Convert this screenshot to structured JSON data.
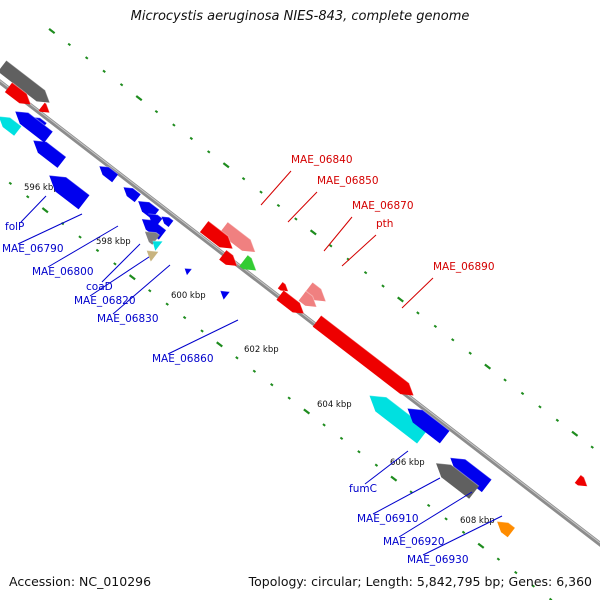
{
  "title": "Microcystis aeruginosa NIES-843, complete genome",
  "footer": {
    "accession": "Accession: NC_010296",
    "topology": "Topology: circular; Length: 5,842,795 bp; Genes: 6,360"
  },
  "colors": {
    "backbone": "#8c8c8c",
    "tick": "#1e8c1e",
    "label_forward": "#d40000",
    "label_reverse": "#0000cc",
    "leader": "#000000"
  },
  "scale_labels": [
    "596 kbp",
    "598 kbp",
    "600 kbp",
    "602 kbp",
    "604 kbp",
    "606 kbp",
    "608 kbp"
  ],
  "genes": [
    {
      "label": "folP",
      "strand": "reverse",
      "color": "#0000ee"
    },
    {
      "label": "MAE_06790",
      "strand": "reverse",
      "color": "#0000ee"
    },
    {
      "label": "MAE_06800",
      "strand": "reverse",
      "color": "#0000ee"
    },
    {
      "label": "coaD",
      "strand": "reverse",
      "color": "#808080"
    },
    {
      "label": "MAE_06820",
      "strand": "reverse",
      "color": "#00e0e0"
    },
    {
      "label": "MAE_06830",
      "strand": "reverse",
      "color": "#c8b480"
    },
    {
      "label": "MAE_06840",
      "strand": "forward",
      "color": "#f08080"
    },
    {
      "label": "MAE_06850",
      "strand": "forward",
      "color": "#33cc33"
    },
    {
      "label": "MAE_06860",
      "strand": "reverse",
      "color": "#0000ee"
    },
    {
      "label": "MAE_06870",
      "strand": "forward",
      "color": "#f08080"
    },
    {
      "label": "pth",
      "strand": "forward",
      "color": "#f08080"
    },
    {
      "label": "MAE_06890",
      "strand": "forward",
      "color": "#ee0000"
    },
    {
      "label": "fumC",
      "strand": "reverse",
      "color": "#00e0e0"
    },
    {
      "label": "MAE_06910",
      "strand": "reverse",
      "color": "#0000ee"
    },
    {
      "label": "MAE_06920",
      "strand": "reverse",
      "color": "#606060"
    },
    {
      "label": "MAE_06930",
      "strand": "reverse",
      "color": "#ff8c00"
    }
  ],
  "unlabeled_features": [
    {
      "strand": "forward",
      "color": "#606060"
    },
    {
      "strand": "forward",
      "color": "#ee0000"
    },
    {
      "strand": "forward",
      "color": "#ee0000"
    },
    {
      "strand": "reverse",
      "color": "#00e0e0"
    },
    {
      "strand": "reverse",
      "color": "#0000ee"
    },
    {
      "strand": "reverse",
      "color": "#0000ee"
    },
    {
      "strand": "reverse",
      "color": "#0000ee"
    },
    {
      "strand": "forward",
      "color": "#ee0000"
    },
    {
      "strand": "forward",
      "color": "#ee0000"
    },
    {
      "strand": "forward",
      "color": "#ee0000"
    },
    {
      "strand": "forward",
      "color": "#ee0000"
    },
    {
      "strand": "reverse",
      "color": "#0000ee"
    },
    {
      "strand": "reverse",
      "color": "#0000ee"
    },
    {
      "strand": "reverse",
      "color": "#0000ee"
    },
    {
      "strand": "reverse",
      "color": "#0000ee"
    },
    {
      "strand": "reverse",
      "color": "#0000ee"
    },
    {
      "strand": "reverse",
      "color": "#0000ee"
    },
    {
      "strand": "forward",
      "color": "#ee0000"
    }
  ]
}
